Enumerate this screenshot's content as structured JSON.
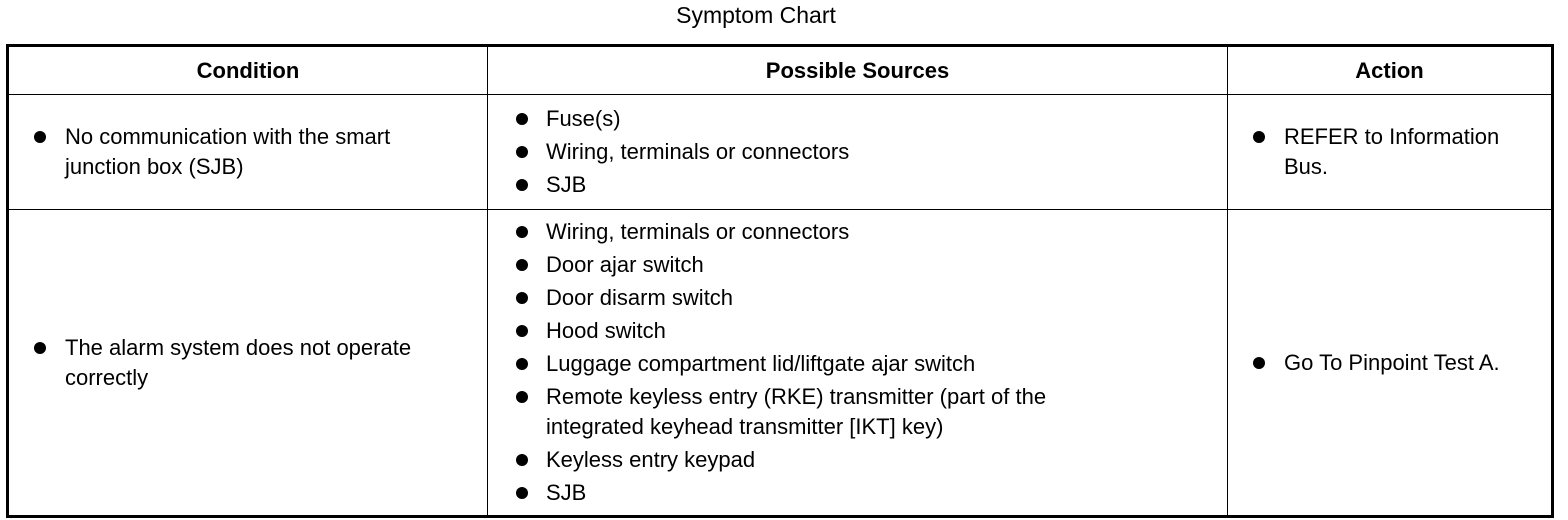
{
  "title": "Symptom Chart",
  "headers": {
    "condition": "Condition",
    "sources": "Possible Sources",
    "action": "Action"
  },
  "rows": [
    {
      "condition": [
        "No communication with the smart junction box (SJB)"
      ],
      "sources": [
        "Fuse(s)",
        "Wiring, terminals or connectors",
        "SJB"
      ],
      "action": [
        "REFER to Information Bus."
      ]
    },
    {
      "condition": [
        "The alarm system does not operate correctly"
      ],
      "sources": [
        "Wiring, terminals or connectors",
        "Door ajar switch",
        "Door disarm switch",
        "Hood switch",
        "Luggage compartment lid/liftgate ajar switch",
        "Remote keyless entry (RKE) transmitter (part of the integrated keyhead transmitter [IKT] key)",
        "Keyless entry keypad",
        "SJB"
      ],
      "action": [
        "Go To Pinpoint Test A."
      ]
    }
  ]
}
